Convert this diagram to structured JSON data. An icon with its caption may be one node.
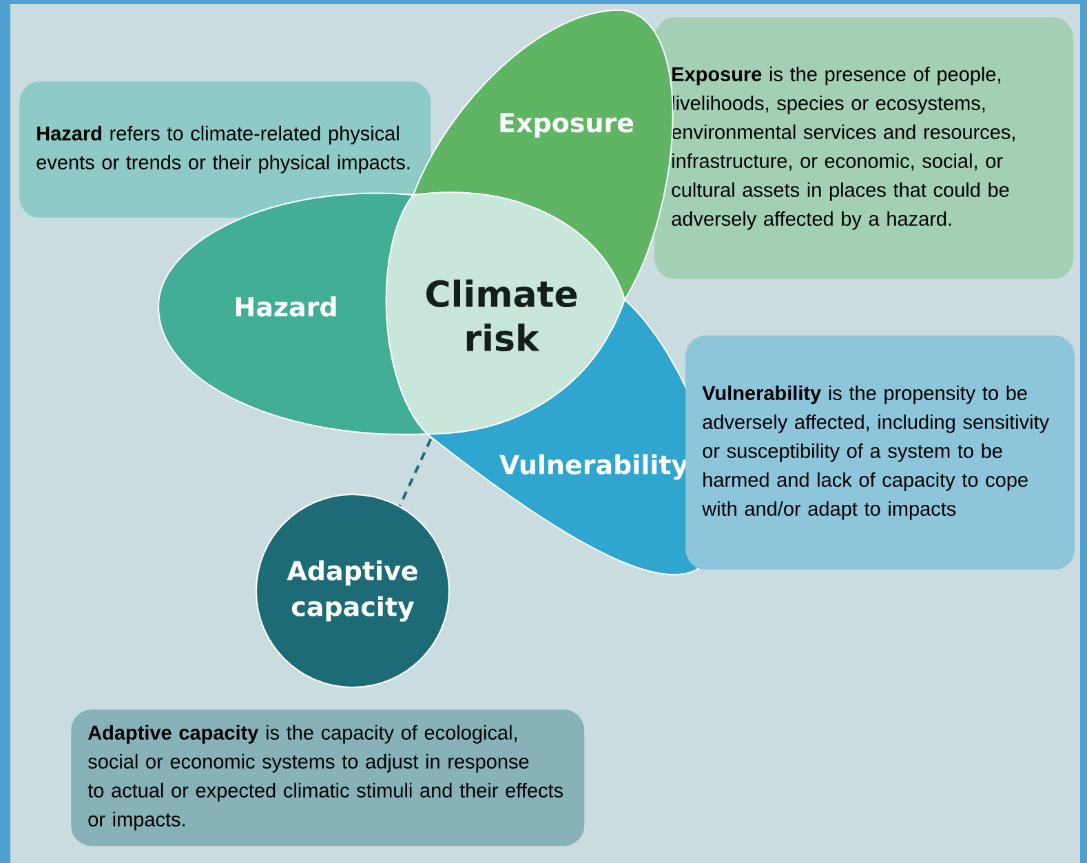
{
  "diagram": {
    "nodes": [
      {
        "text": [
          "**Hazard** refers to climate-related physical events or trends or their physical impacts."
        ]
      },
      {
        "text": [
          "**Exposure** is the presence of people, livelihoods, species or ecosystems, environmental services and resources, infrastructure, or economic, social, or cultural assets in places that could be adversely affected by a hazard."
        ]
      },
      {
        "text": [
          "Hazard"
        ]
      },
      {
        "text": [
          "Exposure"
        ]
      },
      {
        "text": [
          "Vulnerability"
        ]
      },
      {
        "text": [
          "Climate risk"
        ]
      },
      {
        "text": [
          "**Vulnerability** is the propensity to be adversely affected, including sensitivity or susceptibility of a system to be harmed and lack of capacity to cope with and/or adapt to impacts"
        ]
      },
      {
        "text": [
          "Adaptive capacity"
        ]
      },
      {
        "text": [
          "**Adaptive capacity** is the capacity of ecological, social or economic systems to adjust in response to actual or expected climatic stimuli and their effects or impacts."
        ]
      }
    ],
    "edges": [
      {
        "from": 5,
        "to": 7,
        "arrow": "none",
        "style": "dashed"
      }
    ]
  }
}
